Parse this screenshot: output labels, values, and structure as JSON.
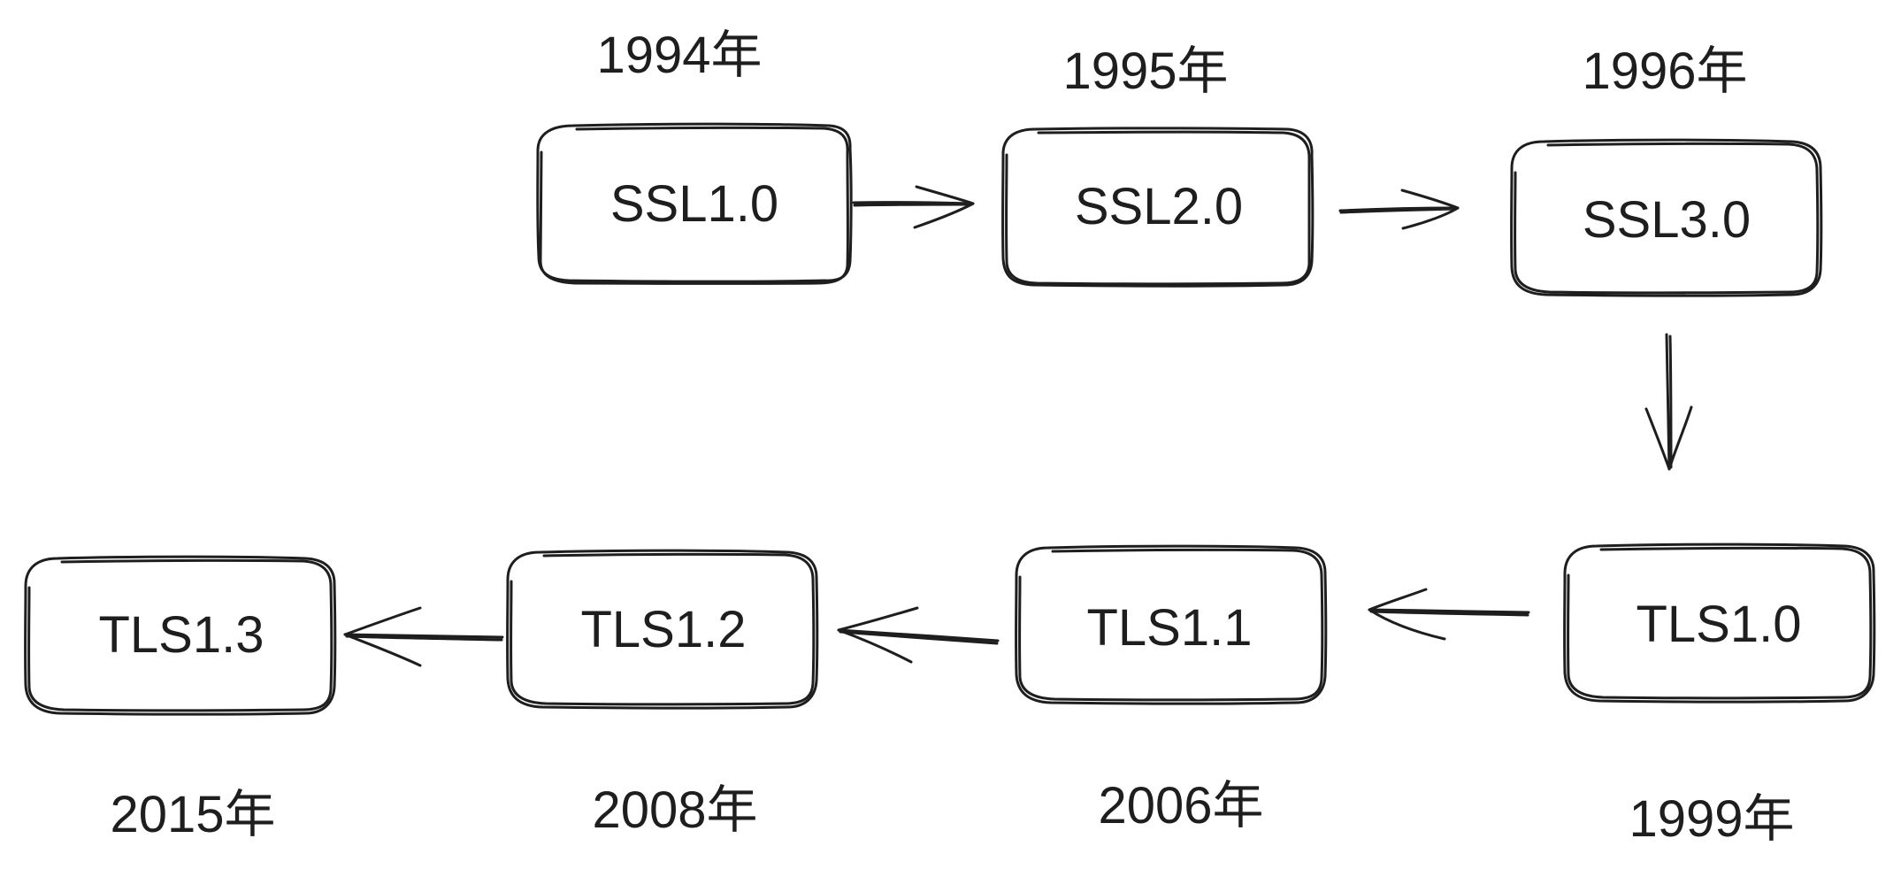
{
  "diagram": {
    "nodes": [
      {
        "id": "ssl10",
        "label": "SSL1.0",
        "year": "1994年"
      },
      {
        "id": "ssl20",
        "label": "SSL2.0",
        "year": "1995年"
      },
      {
        "id": "ssl30",
        "label": "SSL3.0",
        "year": "1996年"
      },
      {
        "id": "tls10",
        "label": "TLS1.0",
        "year": "1999年"
      },
      {
        "id": "tls11",
        "label": "TLS1.1",
        "year": "2006年"
      },
      {
        "id": "tls12",
        "label": "TLS1.2",
        "year": "2008年"
      },
      {
        "id": "tls13",
        "label": "TLS1.3",
        "year": "2015年"
      }
    ],
    "edges": [
      {
        "from": "ssl10",
        "to": "ssl20"
      },
      {
        "from": "ssl20",
        "to": "ssl30"
      },
      {
        "from": "ssl30",
        "to": "tls10"
      },
      {
        "from": "tls10",
        "to": "tls11"
      },
      {
        "from": "tls11",
        "to": "tls12"
      },
      {
        "from": "tls12",
        "to": "tls13"
      }
    ],
    "stroke_color": "#1e1e1e",
    "background_color": "#ffffff"
  }
}
